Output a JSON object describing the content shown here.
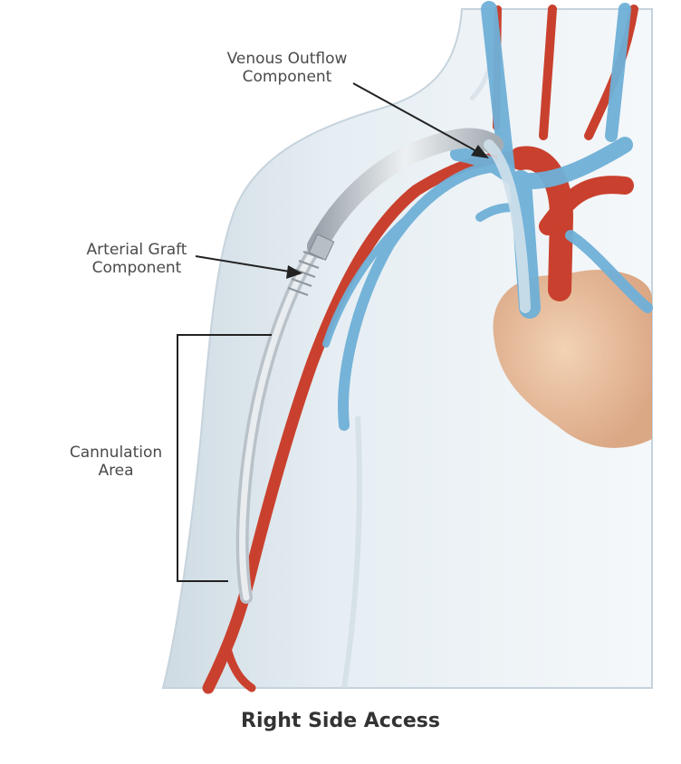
{
  "labels": {
    "venous_outflow": {
      "line1": "Venous Outflow",
      "line2": "Component"
    },
    "arterial_graft": {
      "line1": "Arterial Graft",
      "line2": "Component"
    },
    "cannulation_area": {
      "line1": "Cannulation",
      "line2": "Area"
    }
  },
  "caption": "Right Side Access",
  "colors": {
    "artery": "#c9412e",
    "vein": "#6fb0d8",
    "graft": "#c9ced3",
    "heart": "#e9b894",
    "body": "#e4ecf1",
    "label_text": "#4a4a4a",
    "pointer": "#222222"
  }
}
